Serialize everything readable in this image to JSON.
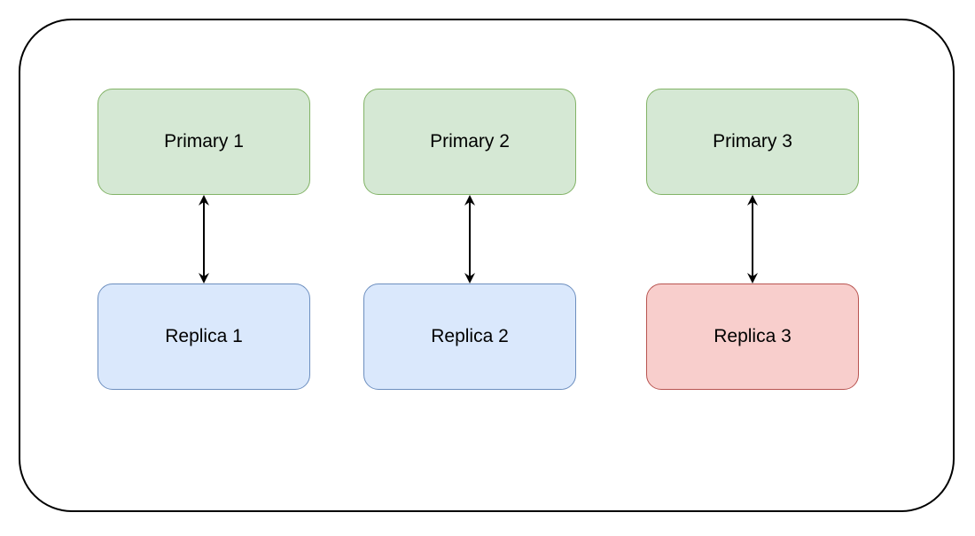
{
  "diagram": {
    "primaries": [
      {
        "label": "Primary 1"
      },
      {
        "label": "Primary 2"
      },
      {
        "label": "Primary 3"
      }
    ],
    "replicas": [
      {
        "label": "Replica 1"
      },
      {
        "label": "Replica 2"
      },
      {
        "label": "Replica 3"
      }
    ]
  },
  "colors": {
    "primary_fill": "#d5e8d4",
    "primary_stroke": "#82b366",
    "replica_fill": "#dae8fc",
    "replica_stroke": "#6c8ebf",
    "replica_failed_fill": "#f8cecc",
    "replica_failed_stroke": "#b85450",
    "container_stroke": "#000000",
    "arrow": "#000000"
  }
}
